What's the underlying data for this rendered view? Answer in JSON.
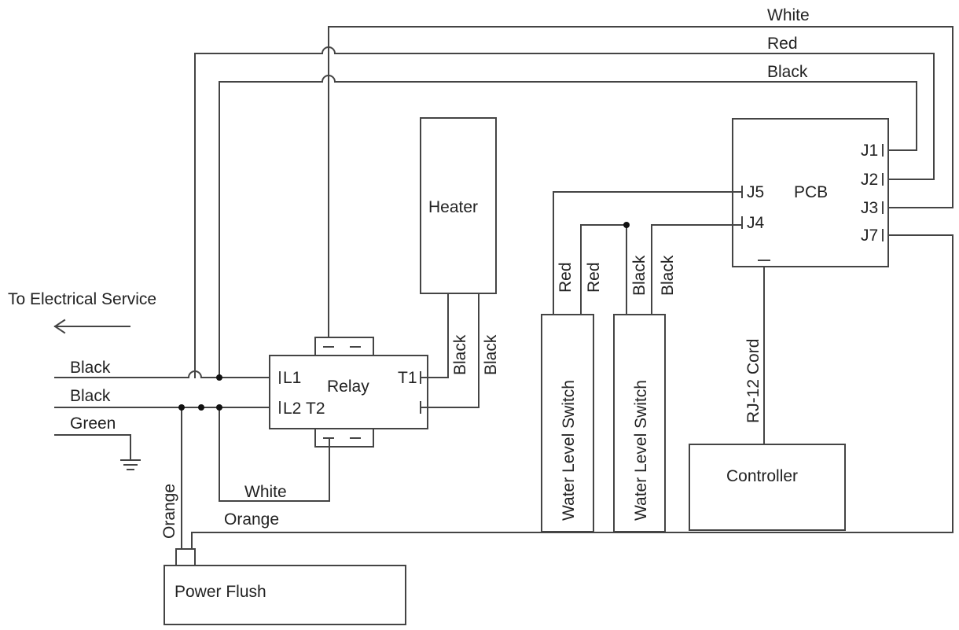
{
  "external": {
    "service_label": "To Electrical Service",
    "line1_label": "Black",
    "line2_label": "Black",
    "ground_label": "Green"
  },
  "pcb_harness": {
    "white_label": "White",
    "red_label": "Red",
    "black_label": "Black"
  },
  "relay": {
    "title": "Relay",
    "l1": "L1",
    "l2": "L2",
    "t1": "T1",
    "t2": "T2"
  },
  "heater": {
    "title": "Heater",
    "wire1": "Black",
    "wire2": "Black"
  },
  "pcb": {
    "title": "PCB",
    "j1": "J1",
    "j2": "J2",
    "j3": "J3",
    "j4": "J4",
    "j5": "J5",
    "j7": "J7"
  },
  "switch1": {
    "title": "Water Level Switch",
    "wire1": "Red",
    "wire2": "Red"
  },
  "switch2": {
    "title": "Water Level Switch",
    "wire1": "Black",
    "wire2": "Black"
  },
  "controller": {
    "title": "Controller",
    "cord_label": "RJ-12 Cord"
  },
  "neutral_label": "White",
  "power_flush": {
    "title": "Power Flush",
    "feed_label": "Orange",
    "j7_label": "Orange"
  }
}
